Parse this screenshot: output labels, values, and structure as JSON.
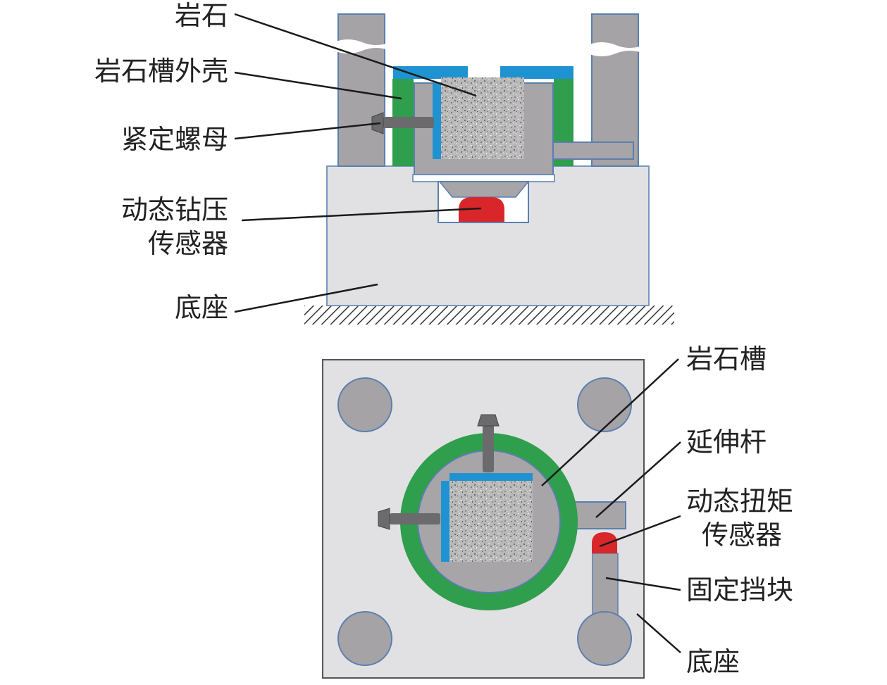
{
  "side_view": {
    "labels": {
      "rock": "岩石",
      "rock_groove_shell": "岩石槽外壳",
      "set_nut": "紧定螺母",
      "pressure_sensor_line1": "动态钻压",
      "pressure_sensor_line2": "传感器",
      "base": "底座"
    }
  },
  "top_view": {
    "labels": {
      "rock_groove": "岩石槽",
      "extension_rod": "延伸杆",
      "torque_sensor_line1": "动态扭矩",
      "torque_sensor_line2": "传感器",
      "fixed_stop_block": "固定挡块",
      "base": "底座"
    }
  },
  "colors": {
    "base_fill": "#e1e1e3",
    "outline": "#5b7fae",
    "column": "#a5a3a6",
    "groove_gray": "#a7a5a8",
    "green": "#2f9e4d",
    "blue": "#1f93d1",
    "red": "#d9262a",
    "rock_speckle": "#9a9a9a",
    "bolt": "#6b6b6d",
    "leader": "#1a1a1a"
  }
}
